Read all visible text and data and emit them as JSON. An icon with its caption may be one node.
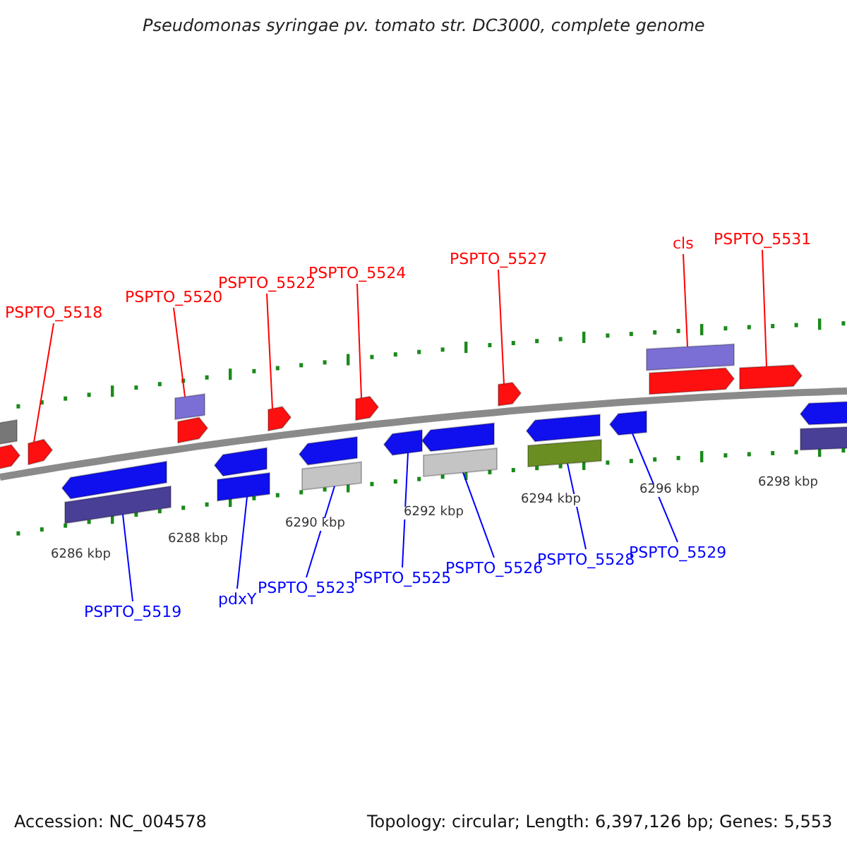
{
  "diagram": {
    "title": "Pseudomonas syringae pv. tomato str. DC3000, complete genome",
    "nodes": [
      {
        "text": [
          "PSPTO_5518"
        ]
      },
      {
        "text": [
          "PSPTO_5520"
        ]
      },
      {
        "text": [
          "PSPTO_5522"
        ]
      },
      {
        "text": [
          "PSPTO_5524"
        ]
      },
      {
        "text": [
          "PSPTO_5527"
        ]
      },
      {
        "text": [
          "cls"
        ]
      },
      {
        "text": [
          "PSPTO_5531"
        ]
      },
      {
        "text": [
          "PSPTO_5519"
        ]
      },
      {
        "text": [
          "pdxY"
        ]
      },
      {
        "text": [
          "PSPTO_5523"
        ]
      },
      {
        "text": [
          "PSPTO_5525"
        ]
      },
      {
        "text": [
          "PSPTO_5526"
        ]
      },
      {
        "text": [
          "PSPTO_5528"
        ]
      },
      {
        "text": [
          "PSPTO_5529"
        ]
      },
      {
        "text": [],
        "shape": "bar"
      },
      {
        "text": [],
        "shape": "pentagon"
      },
      {
        "text": [],
        "shape": "pentagon"
      },
      {
        "text": [],
        "shape": "pentagon"
      },
      {
        "text": [],
        "shape": "bar"
      },
      {
        "text": [],
        "shape": "bar"
      },
      {
        "text": [],
        "shape": "pentagon"
      },
      {
        "text": [],
        "shape": "pentagon"
      },
      {
        "text": [],
        "shape": "bar"
      },
      {
        "text": [],
        "shape": "pentagon"
      },
      {
        "text": [],
        "shape": "pentagon"
      },
      {
        "text": [],
        "shape": "bar"
      },
      {
        "text": [],
        "shape": "pentagon"
      },
      {
        "text": [],
        "shape": "pentagon"
      },
      {
        "text": [],
        "shape": "pentagon"
      },
      {
        "text": [],
        "shape": "bar"
      },
      {
        "text": [],
        "shape": "pentagon"
      },
      {
        "text": [],
        "shape": "pentagon"
      },
      {
        "text": [],
        "shape": "bar"
      },
      {
        "text": [],
        "shape": "pentagon"
      },
      {
        "text": [],
        "shape": "bar"
      },
      {
        "text": [],
        "shape": "pentagon"
      },
      {
        "text": [],
        "shape": "pentagon"
      },
      {
        "text": [],
        "shape": "pentagon"
      },
      {
        "text": [],
        "shape": "bar"
      }
    ],
    "edges": [
      {
        "from": 0,
        "to": 16,
        "arrow": "none",
        "color": "#ff0000"
      },
      {
        "from": 1,
        "to": 19,
        "arrow": "none",
        "color": "#ff0000"
      },
      {
        "from": 2,
        "to": 23,
        "arrow": "none",
        "color": "#ff0000"
      },
      {
        "from": 3,
        "to": 26,
        "arrow": "none",
        "color": "#ff0000"
      },
      {
        "from": 4,
        "to": 30,
        "arrow": "none",
        "color": "#ff0000"
      },
      {
        "from": 5,
        "to": 34,
        "arrow": "none",
        "color": "#ff0000"
      },
      {
        "from": 6,
        "to": 36,
        "arrow": "none",
        "color": "#ff0000"
      },
      {
        "from": 7,
        "to": 18,
        "arrow": "none",
        "color": "#0000ff"
      },
      {
        "from": 8,
        "to": 22,
        "arrow": "none",
        "color": "#0000ff"
      },
      {
        "from": 9,
        "to": 25,
        "arrow": "none",
        "color": "#0000ff"
      },
      {
        "from": 10,
        "to": 27,
        "arrow": "none",
        "color": "#0000ff"
      },
      {
        "from": 11,
        "to": 29,
        "arrow": "none",
        "color": "#0000ff"
      },
      {
        "from": 12,
        "to": 32,
        "arrow": "none",
        "color": "#0000ff"
      },
      {
        "from": 13,
        "to": 33,
        "arrow": "none",
        "color": "#0000ff"
      }
    ],
    "labels": [
      "6286 kbp",
      "6288 kbp",
      "6290 kbp",
      "6292 kbp",
      "6294 kbp",
      "6296 kbp",
      "6298 kbp",
      "Accession: NC_004578",
      "Topology: circular; Length: 6,397,126 bp; Genes: 5,553"
    ]
  }
}
